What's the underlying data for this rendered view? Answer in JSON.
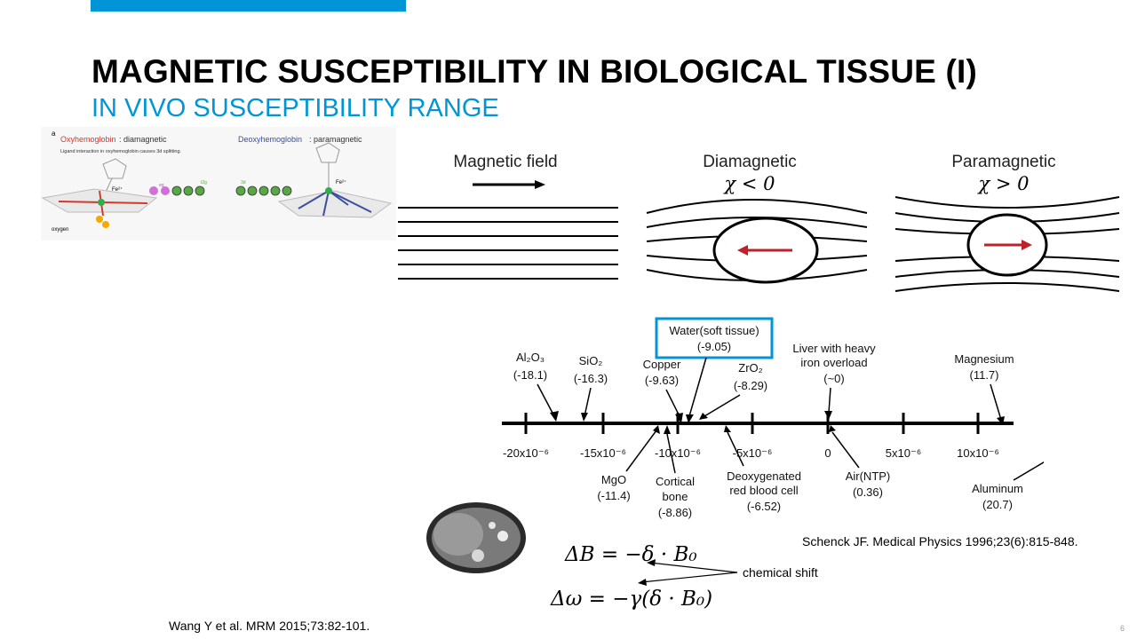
{
  "slide": {
    "title": "MAGNETIC SUSCEPTIBILITY IN BIOLOGICAL TISSUE (I)",
    "subtitle": "IN VIVO SUSCEPTIBILITY RANGE",
    "page_number": "6",
    "accent_color": "#0095d6"
  },
  "hemoglobin": {
    "panel_letter": "a",
    "oxy_label": "Oxyhemoglobin",
    "oxy_type": ": diamagnetic",
    "oxy_note": "Ligand interaction in oxyhemoglobin causes 3d splitting.",
    "deoxy_label": "Deoxyhemoglobin",
    "deoxy_type": ": paramagnetic",
    "fe_label": "Fe²⁺",
    "eg_label": "eg",
    "t2g_label": "t2g",
    "d3_label": "3d",
    "oxygen_label": "oxygen"
  },
  "field_diagram": {
    "magnetic_field": "Magnetic field",
    "diamagnetic": "Diamagnetic",
    "diamagnetic_eq": "χ < 0",
    "paramagnetic": "Paramagnetic",
    "paramagnetic_eq": "χ > 0"
  },
  "scale": {
    "ticks": [
      "-20x10⁻⁶",
      "-15x10⁻⁶",
      "-10x10⁻⁶",
      "-5x10⁻⁶",
      "0",
      "5x10⁻⁶",
      "10x10⁻⁶"
    ],
    "above": [
      {
        "name": "Al₂O₃",
        "value": "(-18.1)"
      },
      {
        "name": "SiO₂",
        "value": "(-16.3)"
      },
      {
        "name": "Copper",
        "value": "(-9.63)"
      },
      {
        "name": "Water(soft tissue)",
        "value": "(-9.05)"
      },
      {
        "name": "ZrO₂",
        "value": "(-8.29)"
      },
      {
        "name": "Liver with heavy",
        "name2": "iron overload",
        "value": "(~0)"
      },
      {
        "name": "Magnesium",
        "value": "(11.7)"
      }
    ],
    "below": [
      {
        "name": "MgO",
        "value": "(-11.4)"
      },
      {
        "name": "Cortical",
        "name2": "bone",
        "value": "(-8.86)"
      },
      {
        "name": "Deoxygenated",
        "name2": "red blood cell",
        "value": "(-6.52)"
      },
      {
        "name": "Air(NTP)",
        "value": "(0.36)"
      },
      {
        "name": "Aluminum",
        "value": "(20.7)"
      }
    ]
  },
  "equations": {
    "eq1": "ΔB = −δ · B₀",
    "eq2": "Δω = −γ(δ · B₀)",
    "annotation": "chemical shift"
  },
  "references": {
    "schenck": "Schenck JF. Medical Physics 1996;23(6):815-848.",
    "wang": "Wang Y et al. MRM 2015;73:82-101."
  }
}
